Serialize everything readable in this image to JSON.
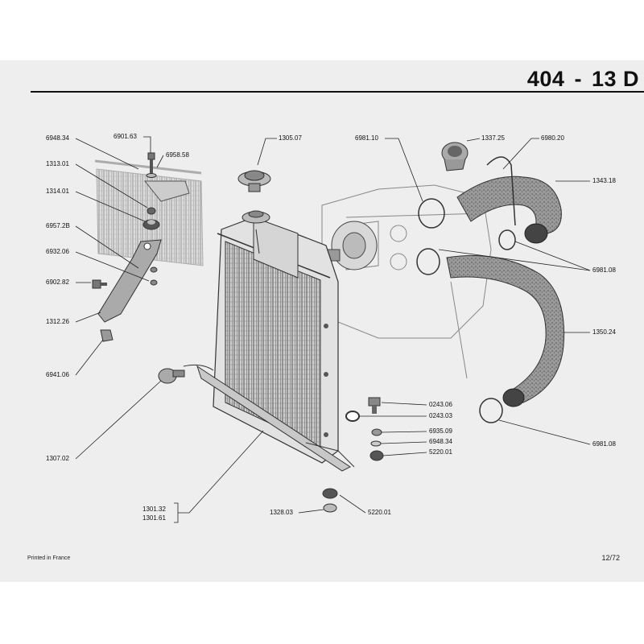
{
  "header": {
    "model": "404",
    "section": "13 D"
  },
  "footer": {
    "printed": "Printed in France",
    "page": "12/72"
  },
  "parts": {
    "p694834a": "6948.34",
    "p690163": "6901.63",
    "p695858": "6958.58",
    "p131301": "1313.01",
    "p131401": "1314.01",
    "p69572b": "6957.2B",
    "p693206": "6932.06",
    "p690282": "6902.82",
    "p131226": "1312.26",
    "p694106": "6941.06",
    "p130702": "1307.02",
    "p130507": "1305.07",
    "p698110": "6981.10",
    "p133725": "1337.25",
    "p698020": "6980.20",
    "p134318": "1343.18",
    "p698108a": "6981.08",
    "p135024": "1350.24",
    "p698108b": "6981.08",
    "p024306": "0243.06",
    "p024303": "0243.03",
    "p693509": "6935.09",
    "p694834b": "6948.34",
    "p522001a": "5220.01",
    "p522001b": "5220.01",
    "p132803": "1328.03",
    "p130132": "1301.32",
    "p130161": "1301.61"
  }
}
